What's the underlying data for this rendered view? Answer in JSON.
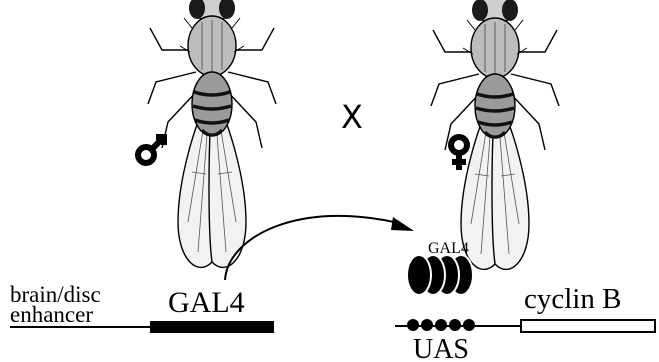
{
  "cross": {
    "male_symbol": "♂",
    "cross_sign": "X",
    "female_symbol": "♀",
    "male_fly_icon": "fly-icon",
    "female_fly_icon": "fly-icon"
  },
  "driver_construct": {
    "enhancer_label_line1": "brain/disc",
    "enhancer_label_line2": "enhancer",
    "gene_label": "GAL4"
  },
  "responder_construct": {
    "protein_label": "GAL4",
    "protein_count": 4,
    "site_label": "UAS",
    "site_count": 5,
    "gene_label": "cyclin B"
  }
}
